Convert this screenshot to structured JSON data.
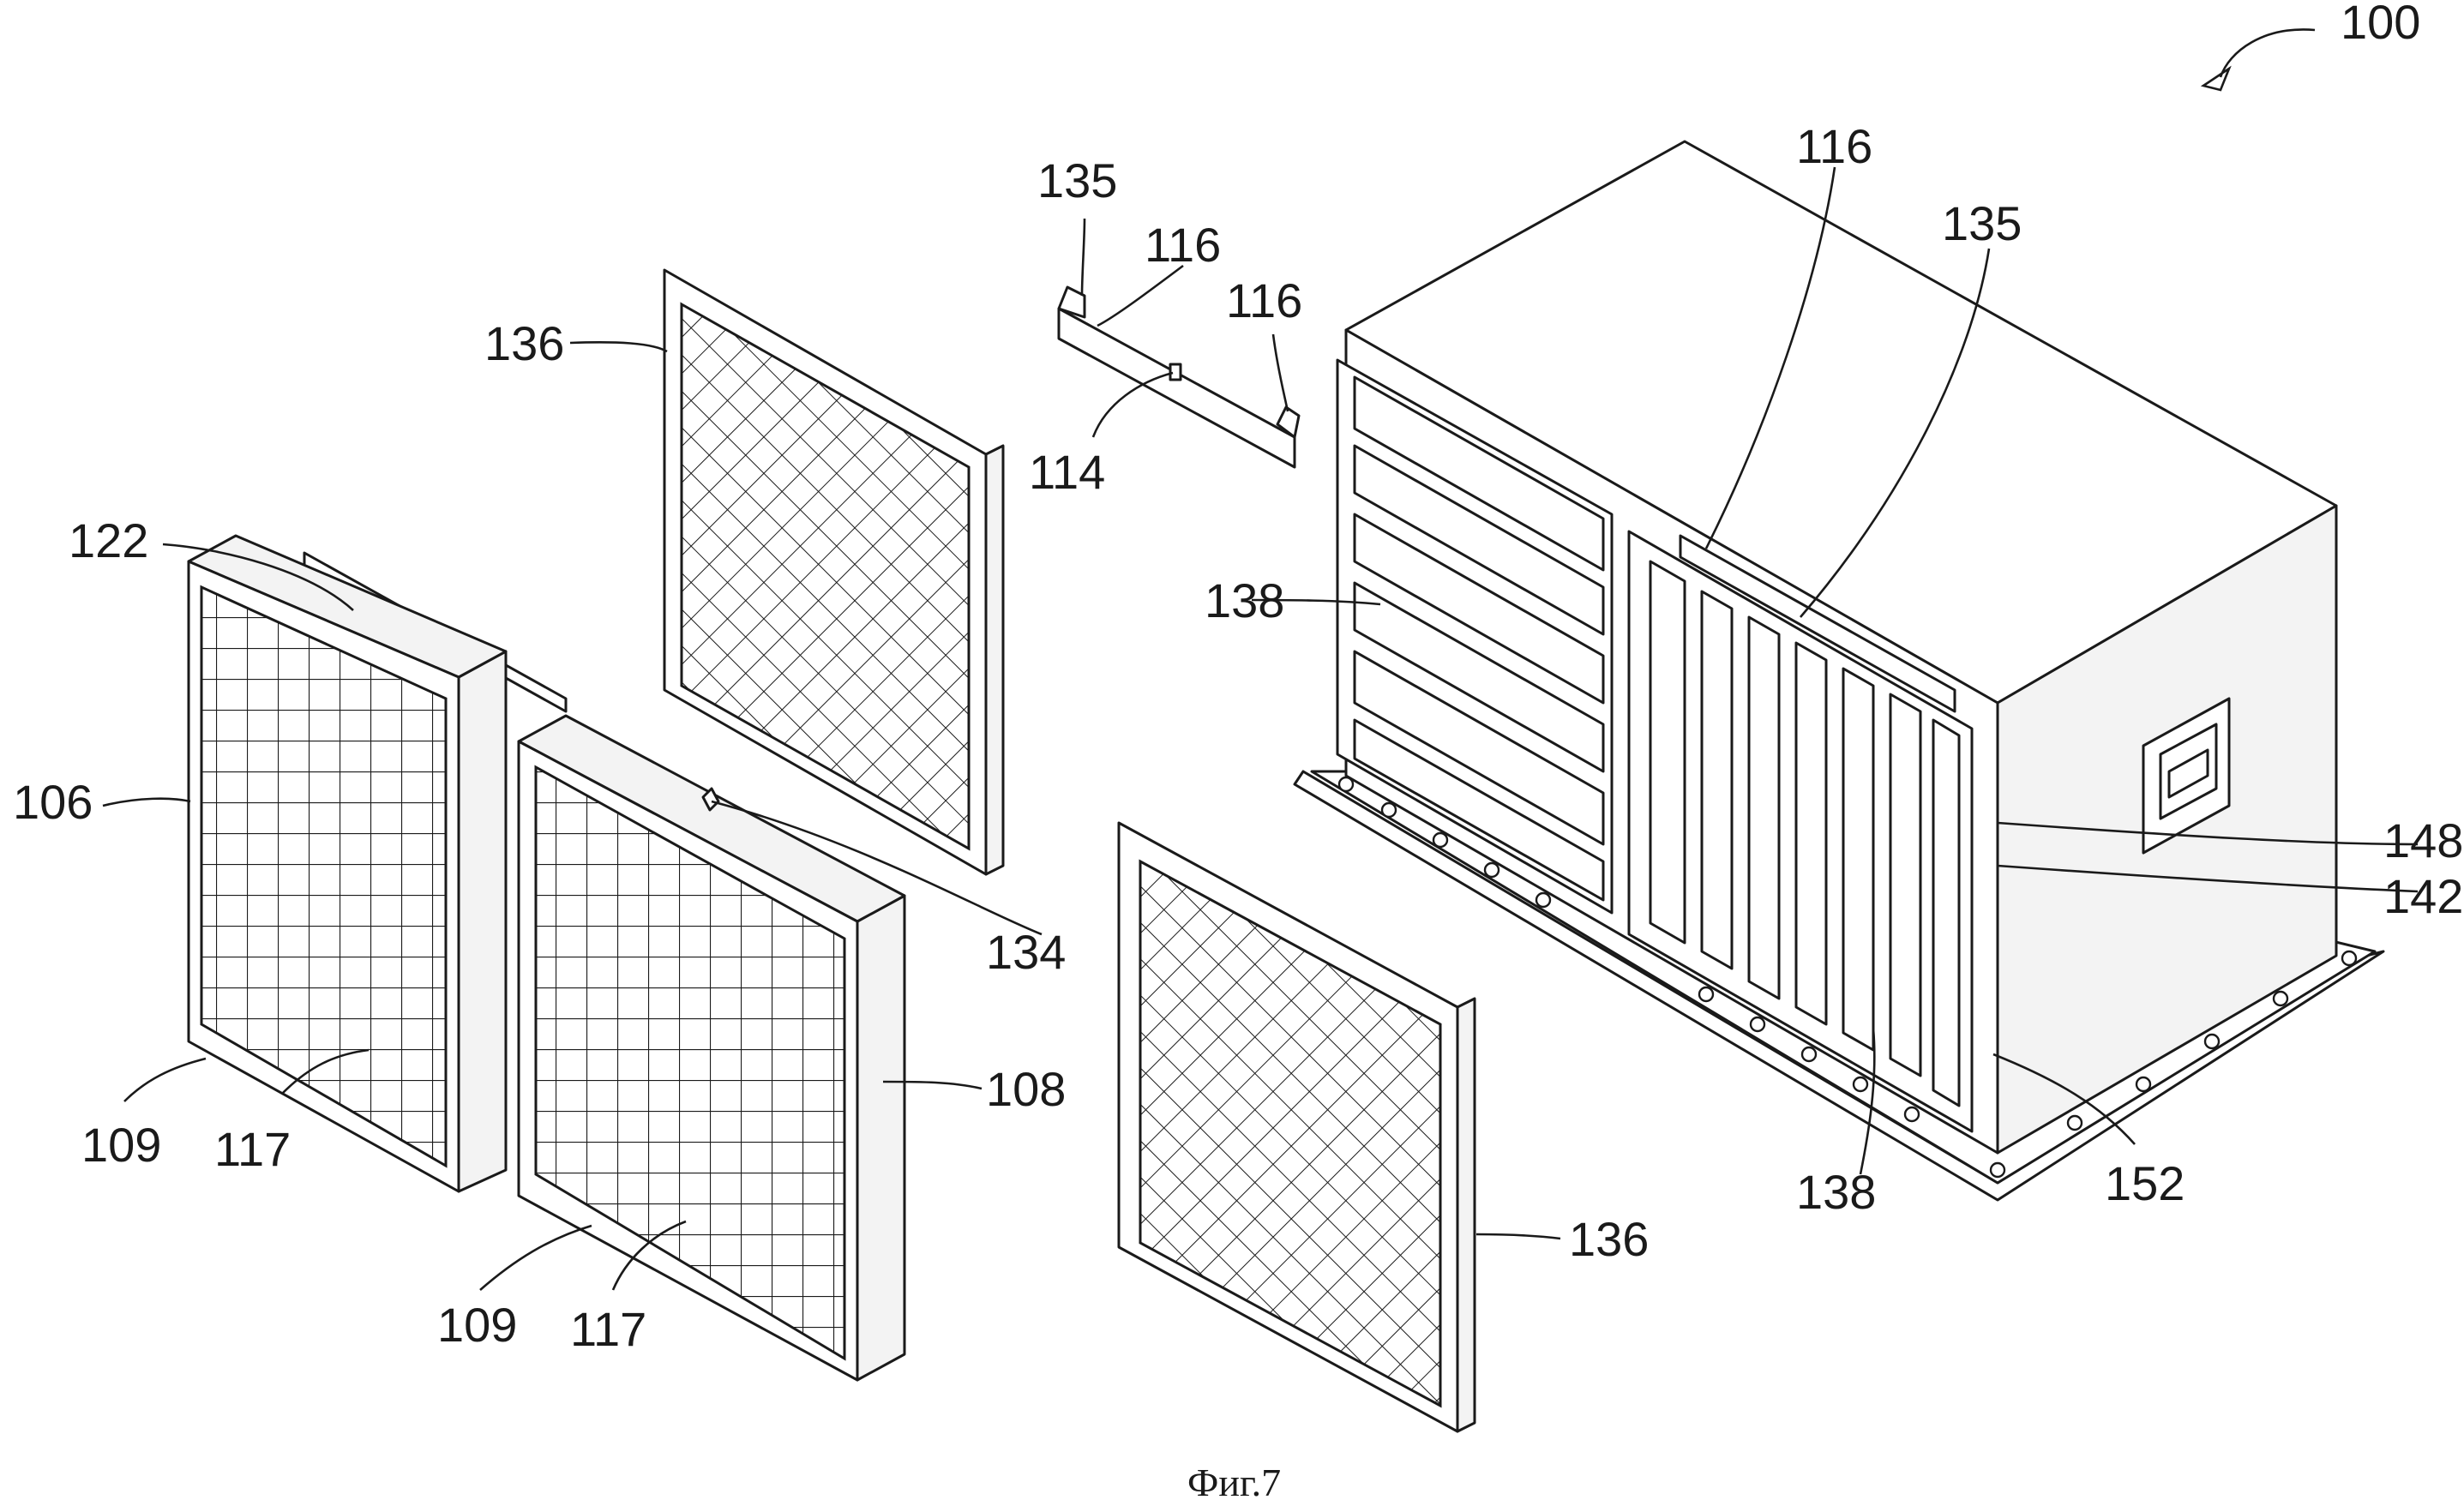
{
  "figure": {
    "caption": "Фиг.7",
    "reference_numerals": {
      "assembly": "100",
      "bracket_a": "116",
      "bracket_b": "116",
      "bracket_c": "116",
      "rail_a": "135",
      "rail_b": "135",
      "support_114": "114",
      "filter_136_top": "136",
      "filter_136_bottom": "136",
      "rail_122": "122",
      "filter_106": "106",
      "filter_108": "108",
      "frame_109_left": "109",
      "frame_109_mid": "109",
      "grid_117_left": "117",
      "grid_117_mid": "117",
      "clip_134": "134",
      "slot_138_left": "138",
      "slot_138_right": "138",
      "part_148": "148",
      "part_142": "142",
      "part_152": "152"
    }
  }
}
